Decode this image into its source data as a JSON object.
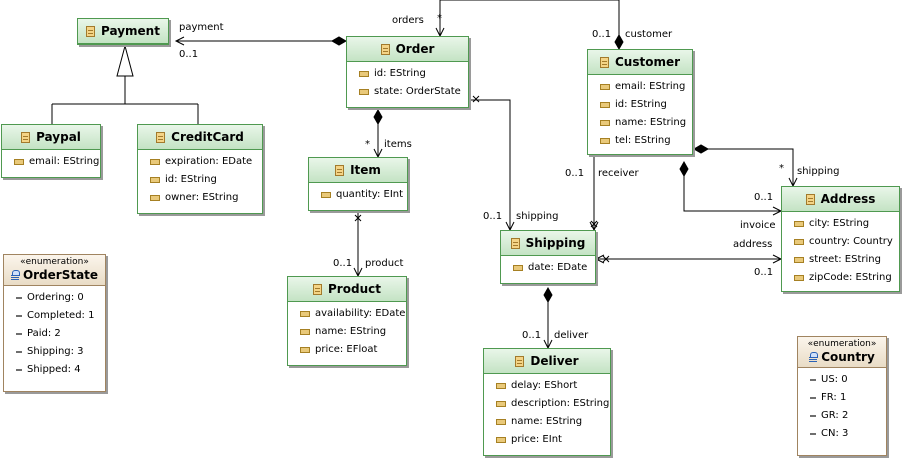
{
  "classes": [
    {
      "id": "payment",
      "name": "Payment",
      "attrs": []
    },
    {
      "id": "paypal",
      "name": "Paypal",
      "attrs": [
        "email: EString"
      ]
    },
    {
      "id": "creditcard",
      "name": "CreditCard",
      "attrs": [
        "expiration: EDate",
        "id: EString",
        "owner: EString"
      ]
    },
    {
      "id": "order",
      "name": "Order",
      "attrs": [
        "id: EString",
        "state: OrderState"
      ]
    },
    {
      "id": "item",
      "name": "Item",
      "attrs": [
        "quantity: EInt"
      ]
    },
    {
      "id": "product",
      "name": "Product",
      "attrs": [
        "availability: EDate",
        "name: EString",
        "price: EFloat"
      ]
    },
    {
      "id": "customer",
      "name": "Customer",
      "attrs": [
        "email: EString",
        "id: EString",
        "name: EString",
        "tel: EString"
      ]
    },
    {
      "id": "shipping",
      "name": "Shipping",
      "attrs": [
        "date: EDate"
      ]
    },
    {
      "id": "address",
      "name": "Address",
      "attrs": [
        "city: EString",
        "country: Country",
        "street: EString",
        "zipCode: EString"
      ]
    },
    {
      "id": "deliver",
      "name": "Deliver",
      "attrs": [
        "delay: EShort",
        "description: EString",
        "name: EString",
        "price: EInt"
      ]
    }
  ],
  "enums": [
    {
      "id": "orderstate",
      "stereotype": "«enumeration»",
      "name": "OrderState",
      "literals": [
        "Ordering: 0",
        "Completed: 1",
        "Paid: 2",
        "Shipping: 3",
        "Shipped: 4"
      ]
    },
    {
      "id": "country",
      "stereotype": "«enumeration»",
      "name": "Country",
      "literals": [
        "US: 0",
        "FR: 1",
        "GR: 2",
        "CN: 3"
      ]
    }
  ],
  "edge_labels": [
    {
      "id": "payment-role",
      "text": "payment"
    },
    {
      "id": "payment-mult",
      "text": "0..1"
    },
    {
      "id": "orders-role",
      "text": "orders"
    },
    {
      "id": "orders-mult",
      "text": "*"
    },
    {
      "id": "customer-mult",
      "text": "0..1"
    },
    {
      "id": "customer-role",
      "text": "customer"
    },
    {
      "id": "items-mult",
      "text": "*"
    },
    {
      "id": "items-role",
      "text": "items"
    },
    {
      "id": "product-mult",
      "text": "0..1"
    },
    {
      "id": "product-role",
      "text": "product"
    },
    {
      "id": "order-shipping-mult",
      "text": "0..1"
    },
    {
      "id": "order-shipping-role",
      "text": "shipping"
    },
    {
      "id": "receiver-mult",
      "text": "0..1"
    },
    {
      "id": "receiver-role",
      "text": "receiver"
    },
    {
      "id": "shipping-mult",
      "text": "*"
    },
    {
      "id": "shipping-role",
      "text": "shipping"
    },
    {
      "id": "invoice-mult",
      "text": "0..1"
    },
    {
      "id": "invoice-role",
      "text": "invoice"
    },
    {
      "id": "address-role",
      "text": "address"
    },
    {
      "id": "address-mult",
      "text": "0..1"
    },
    {
      "id": "deliver-mult",
      "text": "0..1"
    },
    {
      "id": "deliver-role",
      "text": "deliver"
    }
  ],
  "colors": {
    "class_border": "#4f9950",
    "enum_border": "#a08460",
    "line": "#000000"
  }
}
